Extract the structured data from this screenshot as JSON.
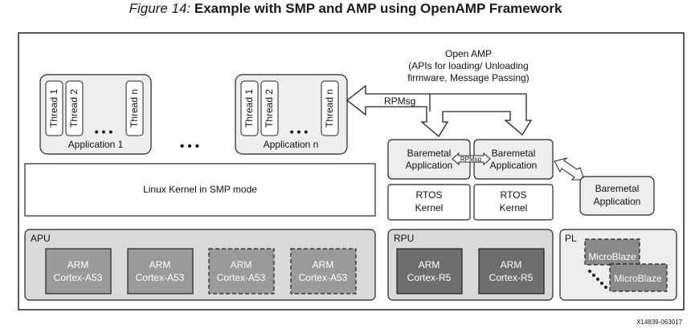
{
  "caption": {
    "figure": "Figure 14:",
    "title": "Example with SMP and AMP using OpenAMP Framework"
  },
  "applications": [
    {
      "threads": [
        "Thread 1",
        "Thread 2",
        "Thread n"
      ],
      "ellipsis": "• • •",
      "label": "Application 1"
    },
    {
      "threads": [
        "Thread 1",
        "Thread 2",
        "Thread n"
      ],
      "ellipsis": "• • •",
      "label": "Application n"
    }
  ],
  "apps_ellipsis": "• • •",
  "linux_kernel": "Linux Kernel in SMP mode",
  "openamp": {
    "line1": "Open AMP",
    "line2": "(APIs for loading/ Unloading",
    "line3": "firmware, Message Passing)"
  },
  "rpmsg_label": "RPMsg",
  "rpmsg_small": "RPMsg",
  "baremetal_left": {
    "line1": "Baremetal",
    "line2": "Application"
  },
  "baremetal_right": {
    "line1": "Baremetal",
    "line2": "Application"
  },
  "baremetal_pl": {
    "line1": "Baremetal",
    "line2": "Application"
  },
  "rtos_left": {
    "line1": "RTOS",
    "line2": "Kernel"
  },
  "rtos_right": {
    "line1": "RTOS",
    "line2": "Kernel"
  },
  "apu": {
    "label": "APU",
    "cores": [
      {
        "line1": "ARM",
        "line2": "Cortex-A53"
      },
      {
        "line1": "ARM",
        "line2": "Cortex-A53"
      },
      {
        "line1": "ARM",
        "line2": "Cortex-A53"
      },
      {
        "line1": "ARM",
        "line2": "Cortex-A53"
      }
    ]
  },
  "rpu": {
    "label": "RPU",
    "cores": [
      {
        "line1": "ARM",
        "line2": "Cortex-R5"
      },
      {
        "line1": "ARM",
        "line2": "Cortex-R5"
      }
    ]
  },
  "pl": {
    "label": "PL",
    "cores": [
      "MicroBlaze",
      "MicroBlaze"
    ]
  },
  "doc_id": "X14839-063017",
  "colors": {
    "frame": "#222222",
    "panel": "#eeeeee",
    "processor_bg": "#d9d9d9",
    "core_a53": "#9a9a9a",
    "core_r5": "#6e6e6e",
    "core_mb": "#8a8a8a"
  }
}
